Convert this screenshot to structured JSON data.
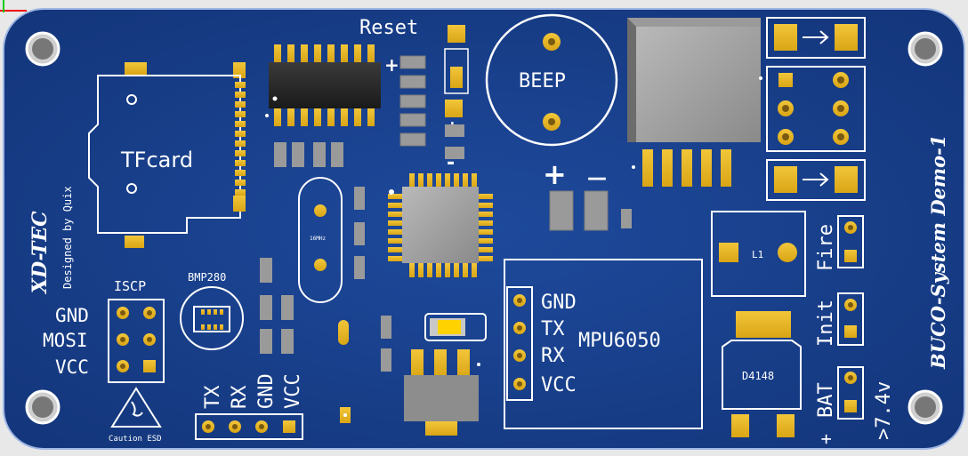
{
  "board": {
    "reset": "Reset",
    "plus1": "+",
    "plus2": "+",
    "minus1": "-",
    "beep": "BEEP",
    "cap_plus": "+",
    "cap_minus": "—",
    "tfcard": "TFcard",
    "brand": "XD-TEC",
    "designer": "Designed by Quix",
    "iscp": "ISCP",
    "iscp_gnd": "GND",
    "iscp_mosi": "MOSI",
    "iscp_vcc": "VCC",
    "bmp": "BMP280",
    "esd": "Caution ESD",
    "uart_tx": "TX",
    "uart_rx": "RX",
    "uart_gnd": "GND",
    "uart_vcc": "VCC",
    "mpu_gnd": "GND",
    "mpu_tx": "TX",
    "mpu_rx": "RX",
    "mpu_vcc": "VCC",
    "mpu": "MPU6050",
    "crystal": "16MHz",
    "l1": "L1",
    "fire": "Fire",
    "init": "Init",
    "bat": "BAT",
    "bat_plus": "+",
    "volt": ">7.4v",
    "diode": "D4148",
    "title": "BUCO-System Demo-1"
  }
}
